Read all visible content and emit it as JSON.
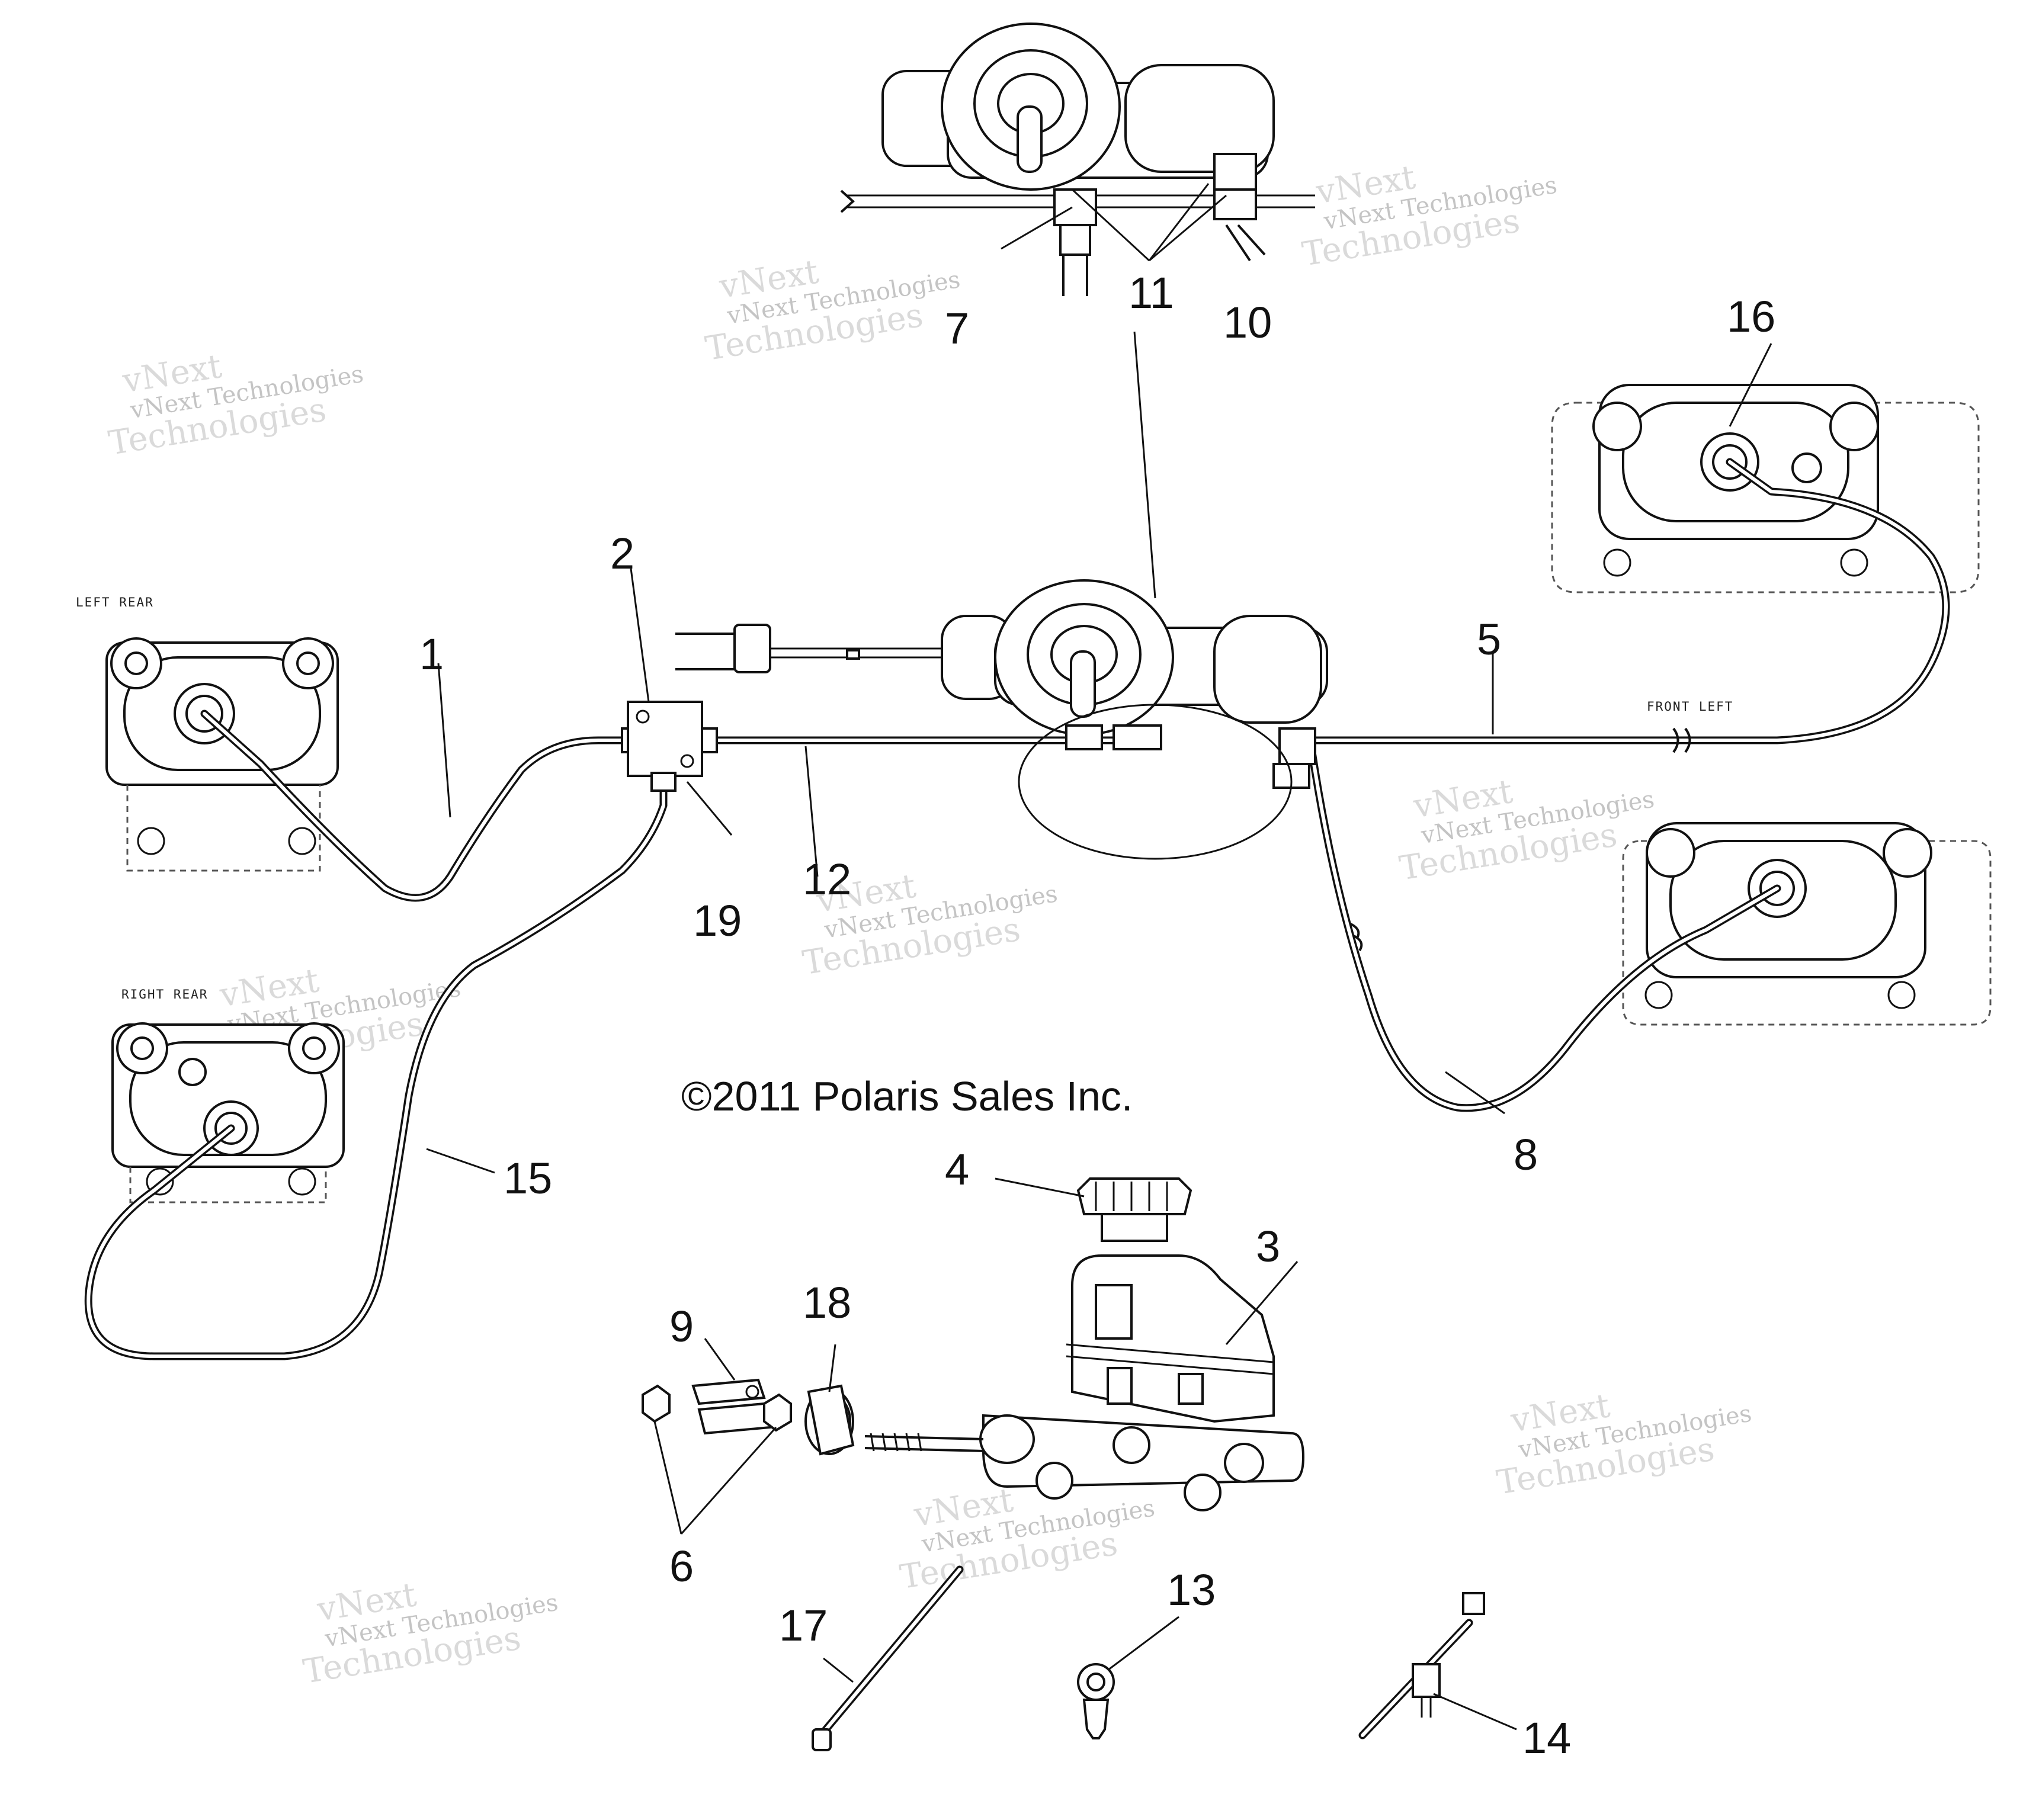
{
  "copyright": "©2011 Polaris Sales Inc.",
  "watermark": {
    "line1": "vNext Technologies",
    "line2": "vNext",
    "line3": "Technologies"
  },
  "labels": {
    "left_rear": "LEFT REAR",
    "right_rear": "RIGHT REAR",
    "front_left": "FRONT LEFT"
  },
  "callouts": {
    "c1": "1",
    "c2": "2",
    "c3": "3",
    "c4": "4",
    "c5": "5",
    "c6": "6",
    "c7": "7",
    "c8": "8",
    "c9": "9",
    "c10": "10",
    "c11": "11",
    "c12": "12",
    "c13": "13",
    "c14": "14",
    "c15": "15",
    "c16": "16",
    "c17": "17",
    "c18": "18",
    "c19": "19"
  }
}
